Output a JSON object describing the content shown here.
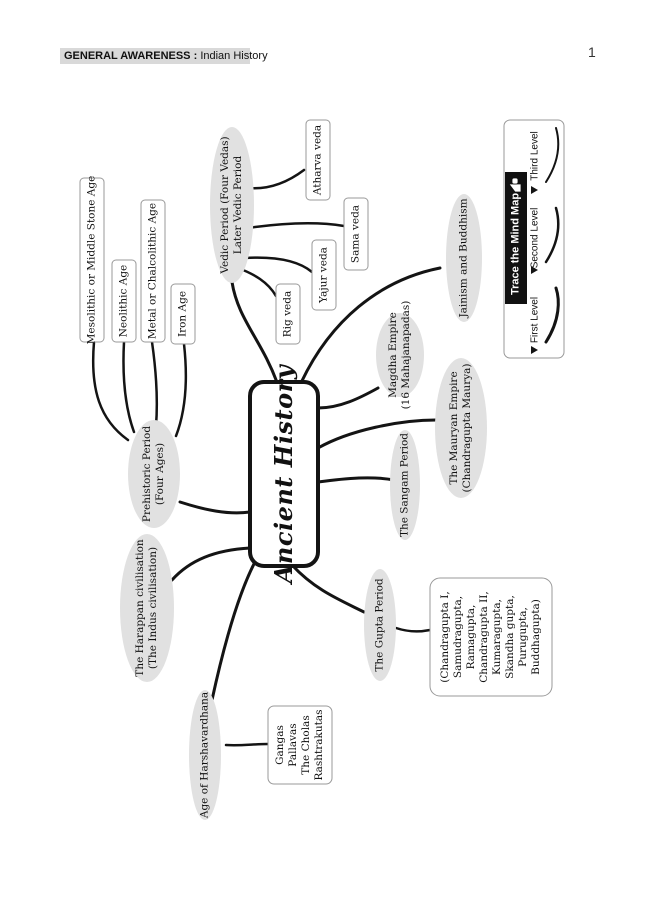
{
  "header": {
    "section": "GENERAL AWARENESS :",
    "topic": "Indian History",
    "page_number": "1"
  },
  "center": {
    "title": "Ancient History"
  },
  "nodes": {
    "vedic": [
      "Vedic Period (Four Vedas)",
      "Later Vedic Period"
    ],
    "atharva": "Atharva veda",
    "sama": "Sama veda",
    "yajur": "Yajur veda",
    "rig": "Rig veda",
    "jainism": "Jainism and Buddhism",
    "magadha": [
      "Magdha Empire",
      "(16 Mahajanapadas)"
    ],
    "mauryan": [
      "The Mauryan Empire",
      "(Chandragupta Maurya)"
    ],
    "sangam": "The Sangam Period",
    "gupta": "The Gupta Period",
    "gupta_rulers": [
      "(Chandragupta I,",
      "Samudragupta,",
      "Ramagupta,",
      "Chandragupta II,",
      "Kumaragupta,",
      "Skandha gupta,",
      "Purugupta,",
      "Buddhagupta)"
    ],
    "prehistoric": [
      "Prehistoric Period",
      "(Four Ages)"
    ],
    "mesolithic": "Mesolithic or Middle Stone Age",
    "neolithic": "Neolithic Age",
    "chalcolithic": "Metal or Chalcolithic Age",
    "iron": "Iron Age",
    "harappan": [
      "The Harappan civilisation",
      "(The Indus civilisation)"
    ],
    "harsha": "Age of Harshavardhana",
    "dynasties": [
      "Gangas",
      "Pallavas",
      "The Cholas",
      "Rashtrakutas"
    ]
  },
  "legend": {
    "title": "Trace the Mind Map",
    "first": "First Level",
    "second": "Second Level",
    "third": "Third Level",
    "hand_icon": "pointing-hand-icon",
    "arrow_icon": "triangle-right-icon"
  },
  "colors": {
    "branch": "#141414",
    "bubble": "#e1e1e1",
    "legend_title_bg": "#111111"
  }
}
